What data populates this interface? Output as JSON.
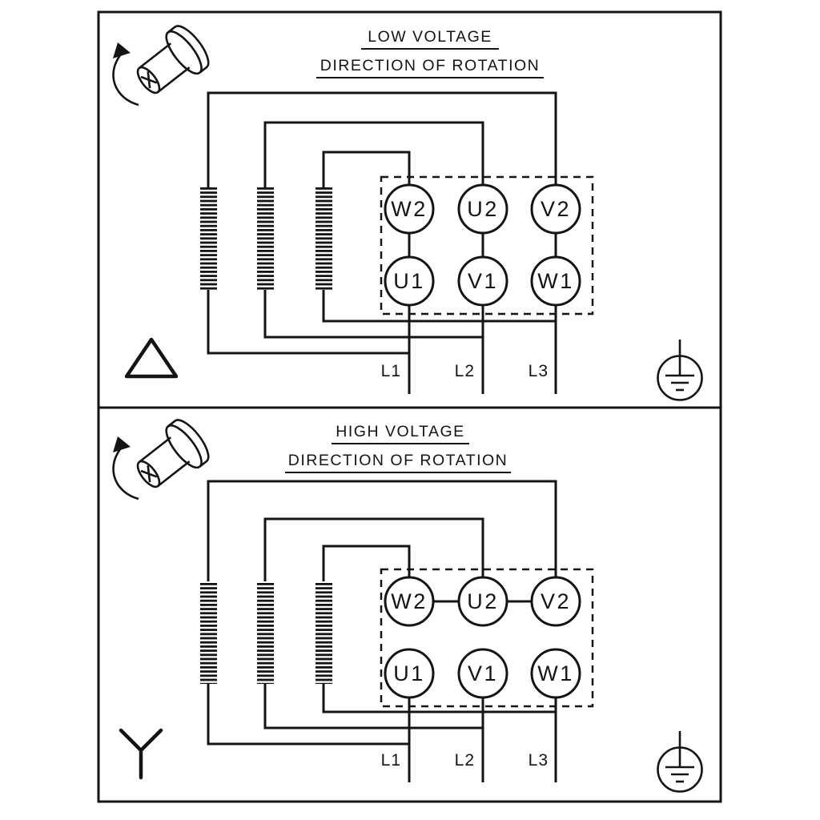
{
  "diagram": {
    "type": "motor-terminal-wiring",
    "background_color": "#ffffff",
    "line_color": "#141414",
    "panels": [
      {
        "title": "LOW VOLTAGE",
        "subtitle": "DIRECTION OF ROTATION",
        "winding_connection": "delta",
        "terminals_top": [
          "W2",
          "U2",
          "V2"
        ],
        "terminals_bottom": [
          "U1",
          "V1",
          "W1"
        ],
        "supply_lines": [
          "L1",
          "L2",
          "L3"
        ],
        "icons": [
          "rotation-direction-shaft-icon",
          "delta-connection-icon",
          "earth-ground-icon"
        ]
      },
      {
        "title": "HIGH VOLTAGE",
        "subtitle": "DIRECTION OF ROTATION",
        "winding_connection": "star",
        "terminals_top": [
          "W2",
          "U2",
          "V2"
        ],
        "terminals_bottom": [
          "U1",
          "V1",
          "W1"
        ],
        "supply_lines": [
          "L1",
          "L2",
          "L3"
        ],
        "icons": [
          "rotation-direction-shaft-icon",
          "star-connection-icon",
          "earth-ground-icon"
        ]
      }
    ]
  }
}
